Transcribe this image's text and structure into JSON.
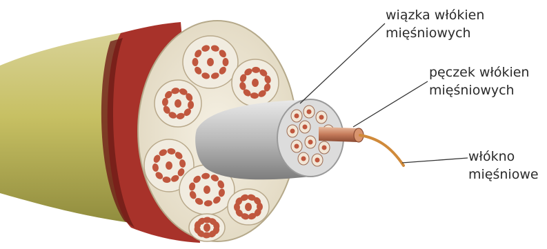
{
  "labels": {
    "muscle_bundle": {
      "line1": "wiązka włókien",
      "line2": "mięśniowych"
    },
    "fascicle": {
      "line1": "pęczek włókien",
      "line2": "mięśniowych"
    },
    "muscle_fiber": {
      "line1": "włókno",
      "line2": "mięśniowe"
    }
  },
  "colors": {
    "fascia_outer": "#c9c46a",
    "fascia_shadow": "#8f8a3a",
    "muscle_red": "#a8322a",
    "muscle_dark": "#6d1c16",
    "bundle_fill": "#f1ece0",
    "fiber_red": "#c0573e",
    "sheath_gray": "#bdbdbd",
    "fiber_orange": "#d08a3a",
    "leader_line": "#333333"
  }
}
